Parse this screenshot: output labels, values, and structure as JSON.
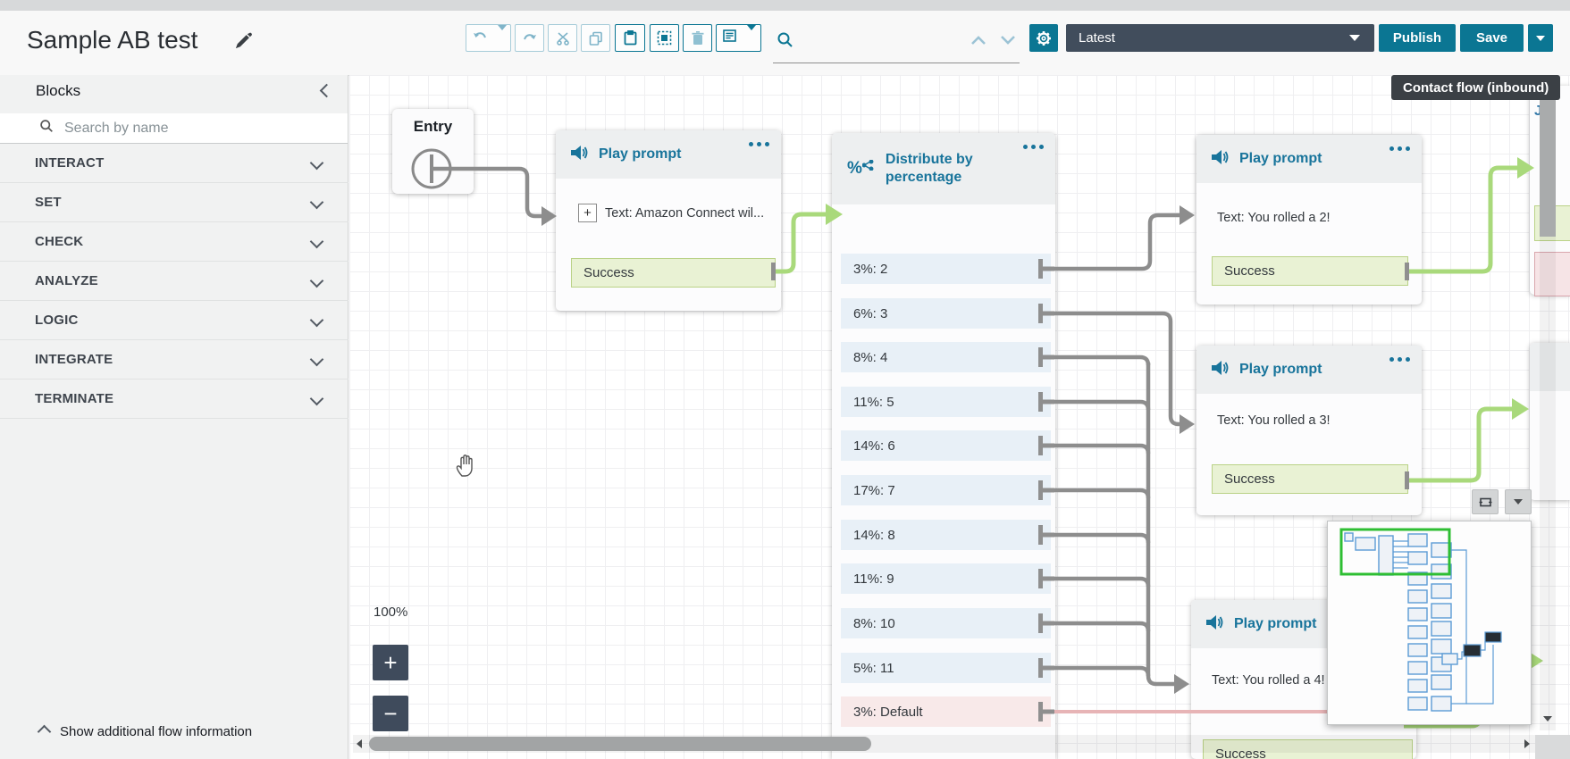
{
  "header": {
    "title": "Sample AB test",
    "version_selector": "Latest",
    "publish_label": "Publish",
    "save_label": "Save",
    "search_value": ""
  },
  "toolbar": {
    "icons": [
      "undo",
      "undo-history",
      "redo",
      "cut",
      "copy",
      "paste",
      "select-all",
      "delete",
      "notes",
      "notes-menu",
      "search",
      "find-previous",
      "find-next",
      "settings"
    ]
  },
  "sidebar": {
    "title": "Blocks",
    "search_placeholder": "Search by name",
    "categories": [
      "INTERACT",
      "SET",
      "CHECK",
      "ANALYZE",
      "LOGIC",
      "INTEGRATE",
      "TERMINATE"
    ],
    "footer": "Show additional flow information"
  },
  "canvas": {
    "flow_type_badge": "Contact flow (inbound)",
    "zoom_level": "100%",
    "entry_label": "Entry",
    "edge_fragment": "J",
    "blocks": {
      "play_prompt_1": {
        "title": "Play prompt",
        "text": "Text: Amazon Connect wil...",
        "success": "Success"
      },
      "distribute": {
        "title": "Distribute by percentage",
        "rows": [
          "3%: 2",
          "6%: 3",
          "8%: 4",
          "11%: 5",
          "14%: 6",
          "17%: 7",
          "14%: 8",
          "11%: 9",
          "8%: 10",
          "5%: 11"
        ],
        "default_row": "3%: Default"
      },
      "play_prompt_2": {
        "title": "Play prompt",
        "text": "Text: You rolled a 2!",
        "success": "Success"
      },
      "play_prompt_3": {
        "title": "Play prompt",
        "text": "Text: You rolled a 3!",
        "success": "Success"
      },
      "play_prompt_4": {
        "title": "Play prompt",
        "text": "Text: You rolled a 4!",
        "success": "Success"
      }
    }
  }
}
